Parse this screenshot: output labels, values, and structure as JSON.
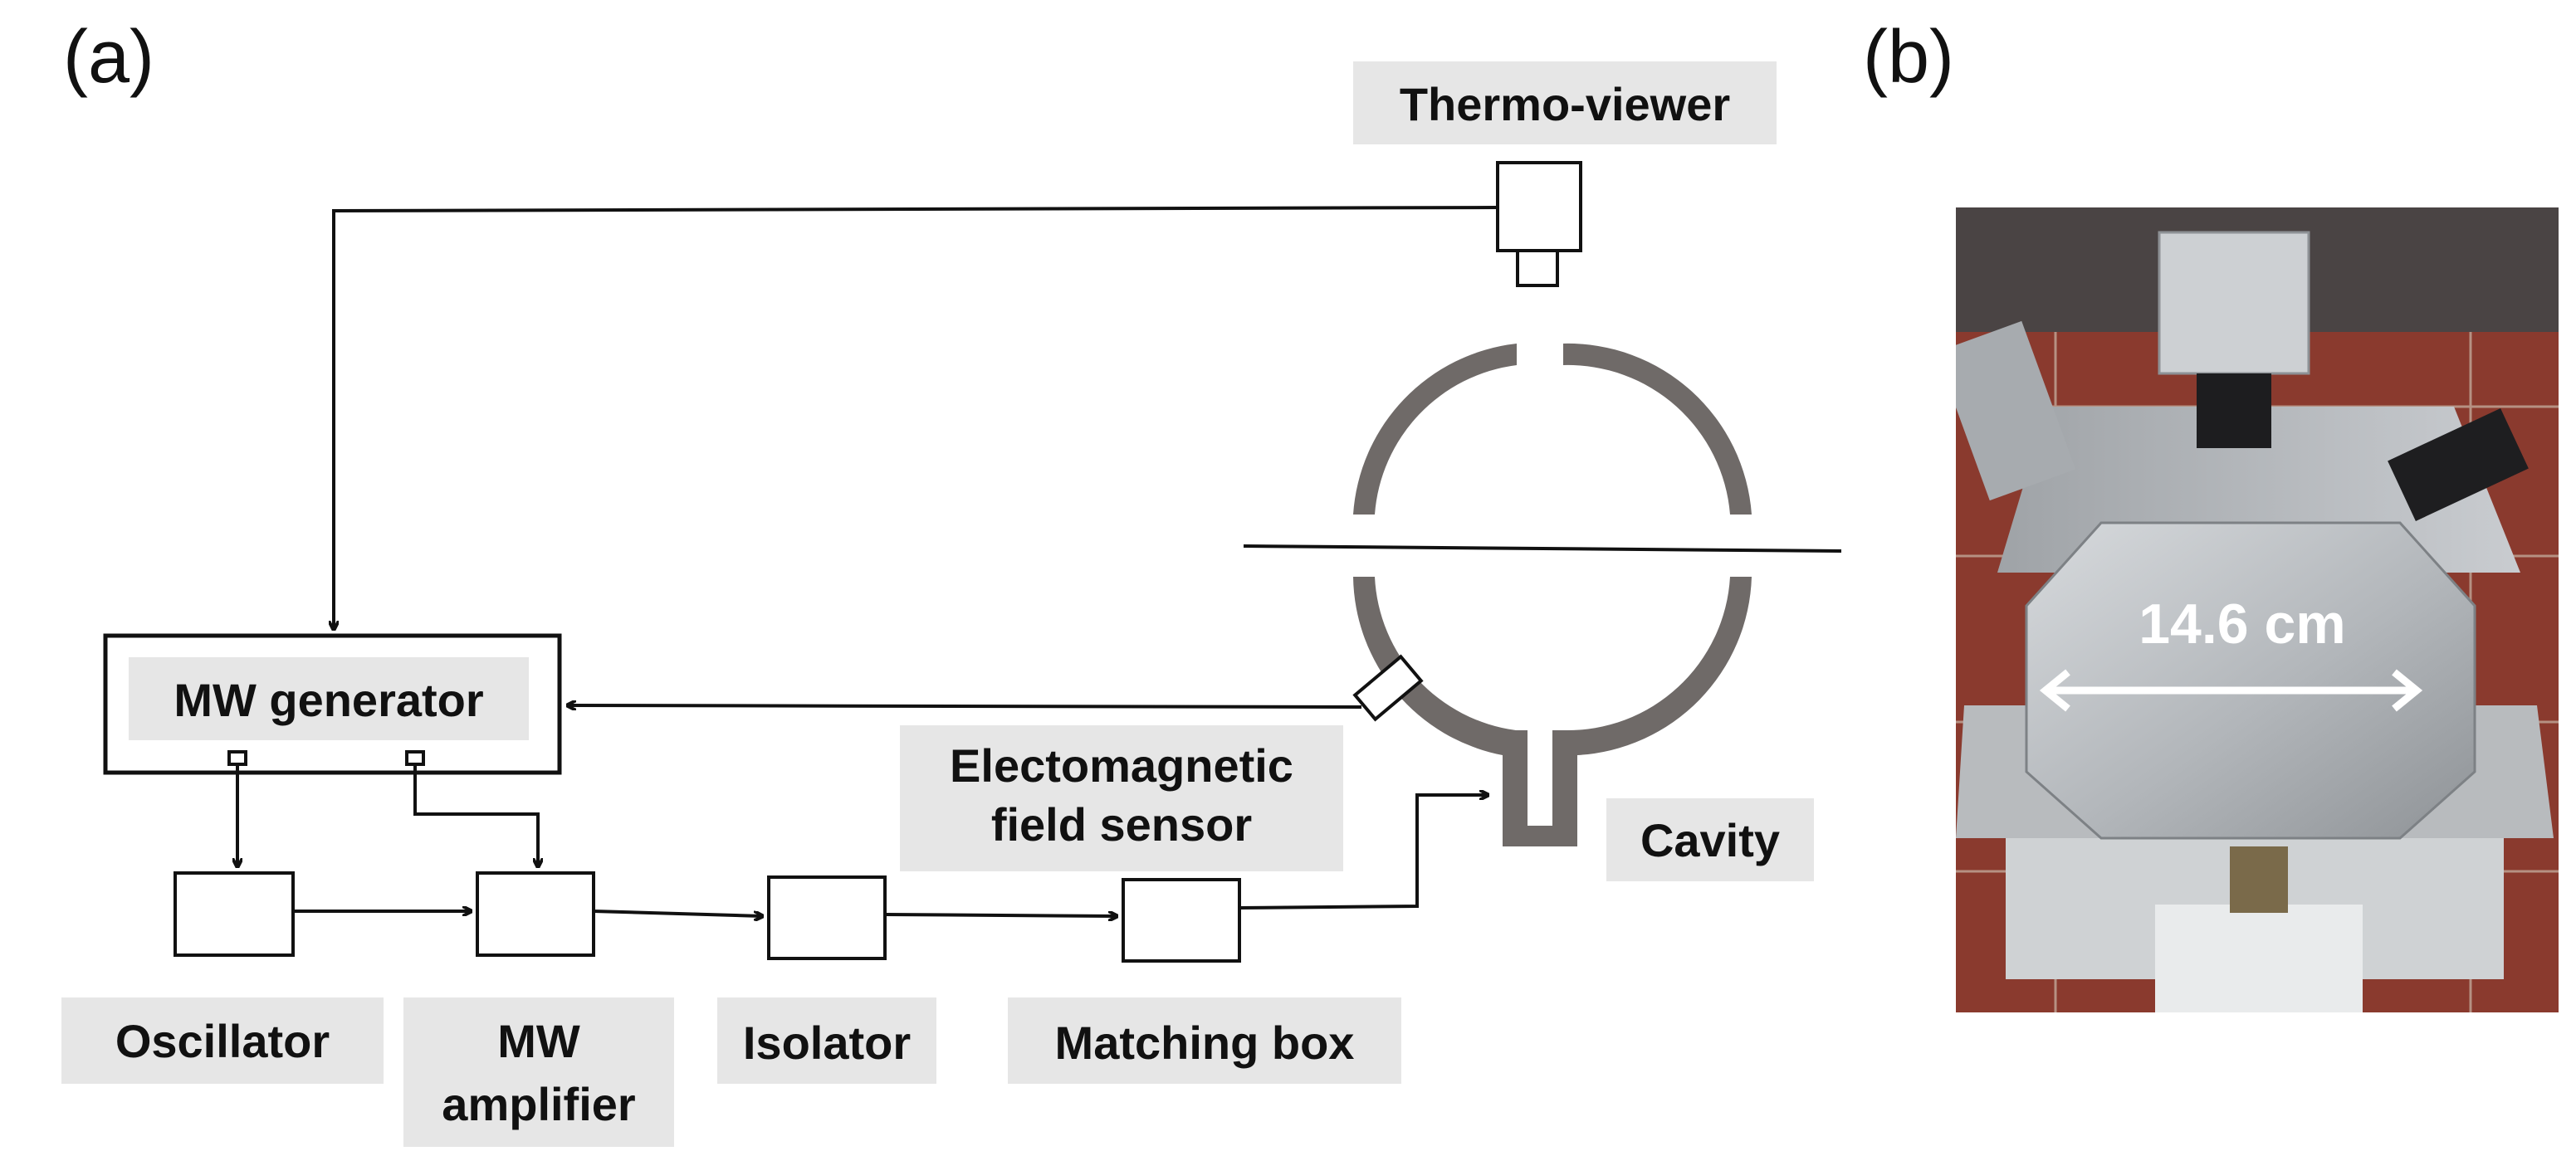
{
  "panel_a": {
    "label": "(a)"
  },
  "panel_b": {
    "label": "(b)"
  },
  "components": {
    "thermo_viewer": "Thermo-viewer",
    "mw_generator": "MW generator",
    "em_sensor_line1": "Electomagnetic",
    "em_sensor_line2": "field sensor",
    "cavity": "Cavity",
    "oscillator": "Oscillator",
    "mw_amplifier_line1": "MW",
    "mw_amplifier_line2": "amplifier",
    "isolator": "Isolator",
    "matching_box": "Matching box"
  },
  "photo": {
    "dimension_label": "14.6 cm"
  },
  "colors": {
    "cavity": "#6f6a68",
    "label_bg": "#e6e6e6",
    "line": "#111111",
    "metal": "#b9bcc0",
    "brick": "#9b3b2f"
  }
}
